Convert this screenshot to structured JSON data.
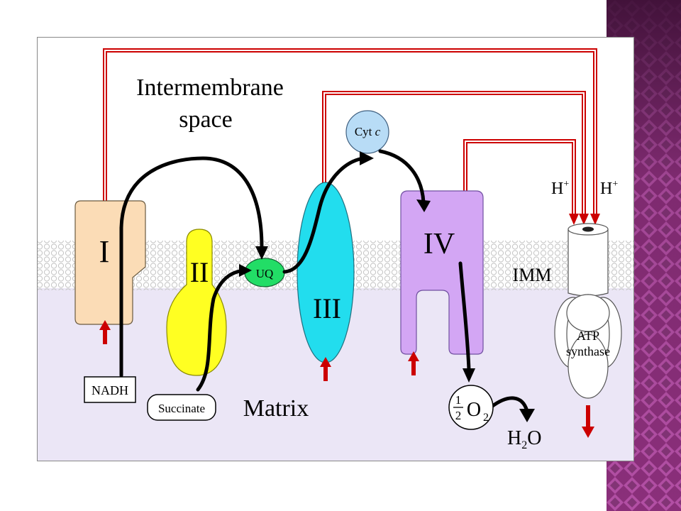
{
  "colors": {
    "band_dark": "#5c1d50",
    "band_mid": "#8a2f7a",
    "band_light": "#b24fa4",
    "intermembrane_bg": "#ffffff",
    "matrix_bg": "#ebe6f6",
    "membrane_bead": "#c8c8c8",
    "proton_path": "#cc0000",
    "electron_path": "#000000",
    "complex_I": "#fbdcb6",
    "complex_II": "#ffff22",
    "ubiquinone": "#22dd66",
    "complex_III": "#22ddee",
    "cytochrome_c": "#b8dcf6",
    "complex_IV": "#d3a6f4",
    "atp_synthase": "#ffffff"
  },
  "labels": {
    "intermembrane_line1": "Intermembrane",
    "intermembrane_line2": "space",
    "matrix": "Matrix",
    "imm": "IMM",
    "complex_I": "I",
    "complex_II": "II",
    "complex_III": "III",
    "complex_IV": "IV",
    "ubiquinone": "UQ",
    "cyt_c_main": "Cyt",
    "cyt_c_italic": "c",
    "nadh": "NADH",
    "succinate": "Succinate",
    "proton_h": "H",
    "proton_plus": "+",
    "atp_line1": "ATP",
    "atp_line2": "synthase",
    "oxygen_coeff_num": "1",
    "oxygen_coeff_den": "2",
    "oxygen_O": "O",
    "oxygen_sub": "2",
    "water_H": "H",
    "water_sub": "2",
    "water_O": "O"
  }
}
